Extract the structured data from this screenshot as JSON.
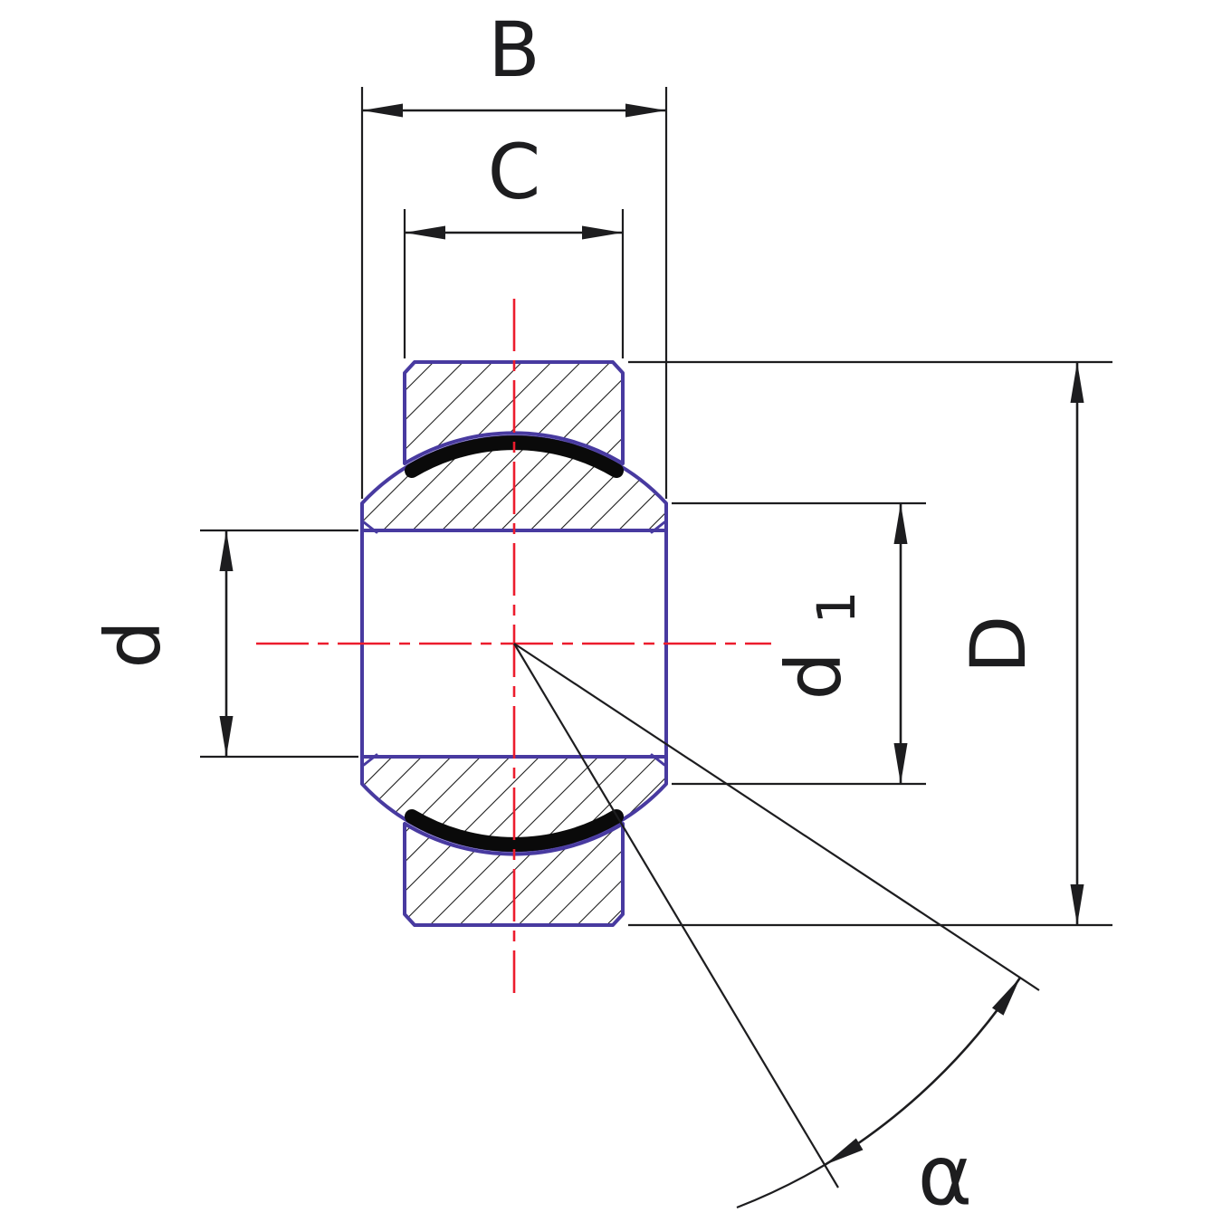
{
  "colors": {
    "paper": "#ffffff",
    "ink": "#1d1d1f",
    "outline": "#483aa0",
    "centerline": "#ec1c2d",
    "liner": "#0a0a0a",
    "hatch": "#161616"
  },
  "dimension_labels": {
    "B": "B",
    "C": "C",
    "d": "d",
    "d1_base": "d",
    "d1_sub": "1",
    "D": "D",
    "alpha": "α"
  }
}
